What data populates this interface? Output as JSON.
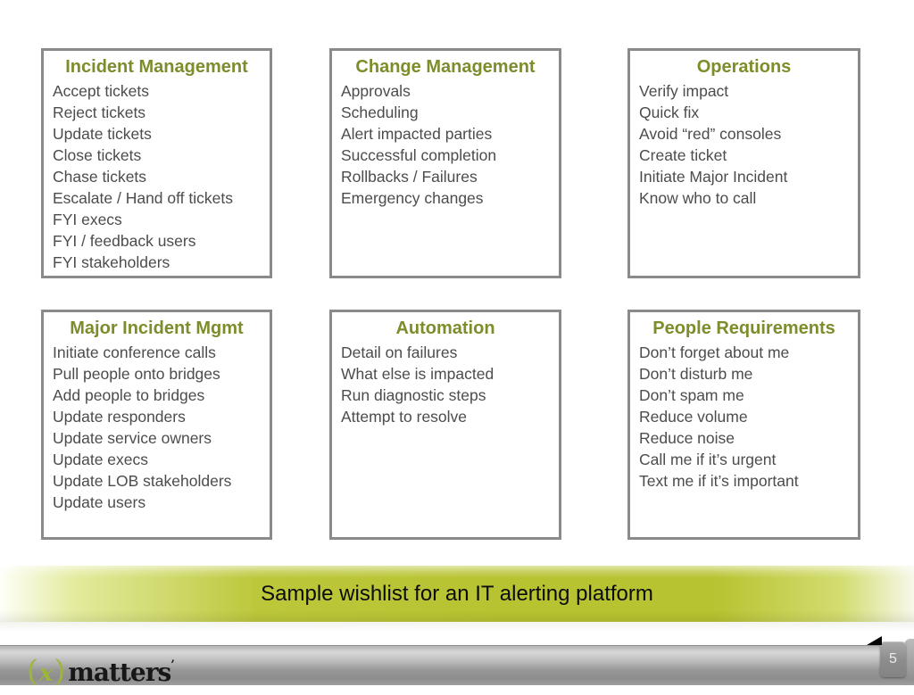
{
  "slide": {
    "banner": {
      "text": "Sample wishlist for an IT alerting platform",
      "background_color": "#B7C330",
      "text_color": "#0C0C0C"
    },
    "boxes": [
      {
        "title": "Incident Management",
        "items": [
          "Accept tickets",
          "Reject tickets",
          "Update tickets",
          "Close tickets",
          "Chase tickets",
          "Escalate / Hand off tickets",
          "FYI execs",
          "FYI / feedback users",
          "FYI stakeholders"
        ]
      },
      {
        "title": "Change Management",
        "items": [
          "Approvals",
          "Scheduling",
          "Alert impacted parties",
          "Successful completion",
          "Rollbacks / Failures",
          "Emergency changes"
        ]
      },
      {
        "title": "Operations",
        "items": [
          "Verify impact",
          "Quick fix",
          "Avoid “red” consoles",
          "Create ticket",
          "Initiate Major Incident",
          "Know who to call"
        ]
      },
      {
        "title": "Major Incident Mgmt",
        "items": [
          "Initiate conference calls",
          "Pull people onto bridges",
          "Add people to bridges",
          "Update responders",
          "Update service owners",
          "Update execs",
          "Update LOB stakeholders",
          "Update users"
        ]
      },
      {
        "title": "Automation",
        "items": [
          "Detail on failures",
          "What else is impacted",
          "Run diagnostic steps",
          "Attempt to resolve"
        ]
      },
      {
        "title": "People Requirements",
        "items": [
          "Don’t forget about me",
          "Don’t disturb me",
          "Don’t spam me",
          "Reduce volume",
          "Reduce noise",
          "Call me if it’s urgent",
          "Text me if it’s important"
        ]
      }
    ],
    "footer": {
      "logo": {
        "paren_open": "(",
        "x": "x",
        "paren_close": ")",
        "name": "matters",
        "mark": "’"
      },
      "page_number": "5"
    },
    "colors": {
      "heading_green": "#7C8D2B",
      "body_text": "#4C4C4C",
      "box_border": "#8A8A8A",
      "banner_green": "#B7C330",
      "logo_green": "#9CB53B"
    }
  }
}
